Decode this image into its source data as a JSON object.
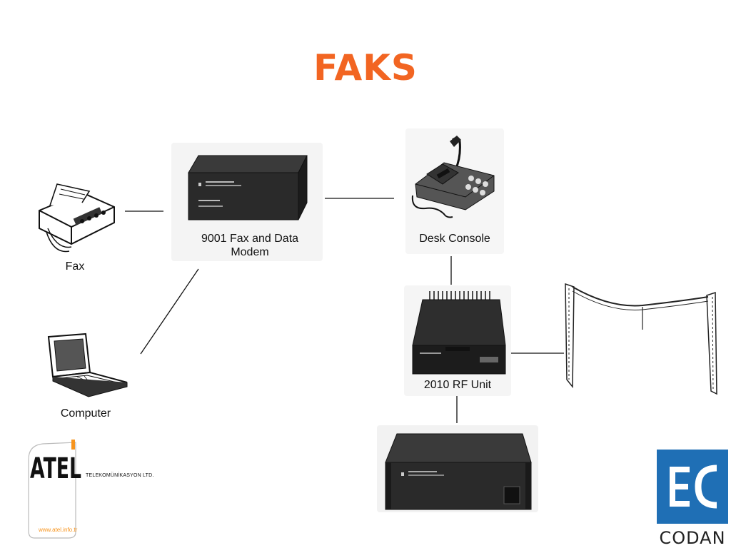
{
  "title": "FAKS",
  "nodes": {
    "fax": "Fax",
    "modem_line1": "9001 Fax and Data",
    "modem_line2": "Modem",
    "console": "Desk Console",
    "rf_unit": "2010 RF Unit",
    "computer": "Computer"
  },
  "logos": {
    "atel_mark": "ATEL",
    "atel_company": "TELEKOMÜNİKASYON LTD.",
    "atel_url": "www.atel.info.tr",
    "codan_word": "CODAN"
  },
  "colors": {
    "title": "#f26522",
    "codan_blue": "#1f6fb5"
  }
}
